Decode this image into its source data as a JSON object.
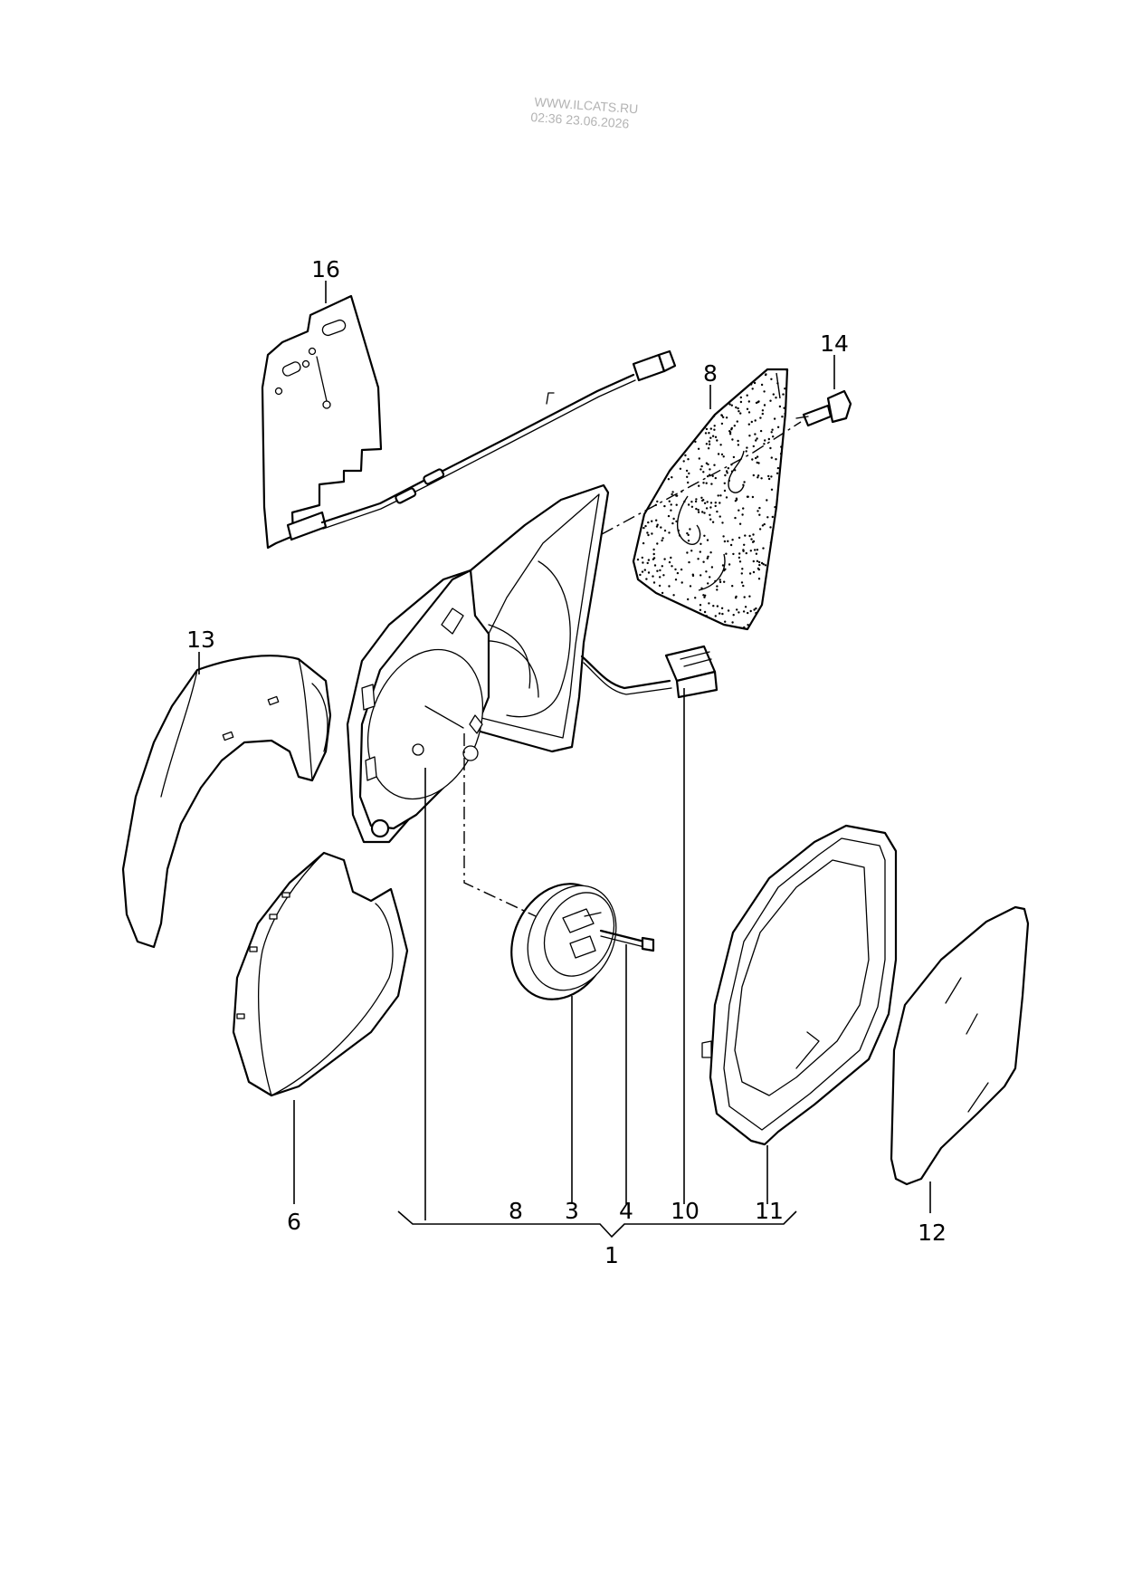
{
  "watermark": {
    "line1": "WWW.ILCATS.RU",
    "line2": "02:36 23.06.2026"
  },
  "callouts": {
    "c16": "16",
    "c14": "14",
    "c8_top": "8",
    "c13": "13",
    "c6": "6",
    "c8_bottom": "8",
    "c3": "3",
    "c4": "4",
    "c10": "10",
    "c11": "11",
    "c12": "12",
    "c1": "1"
  }
}
